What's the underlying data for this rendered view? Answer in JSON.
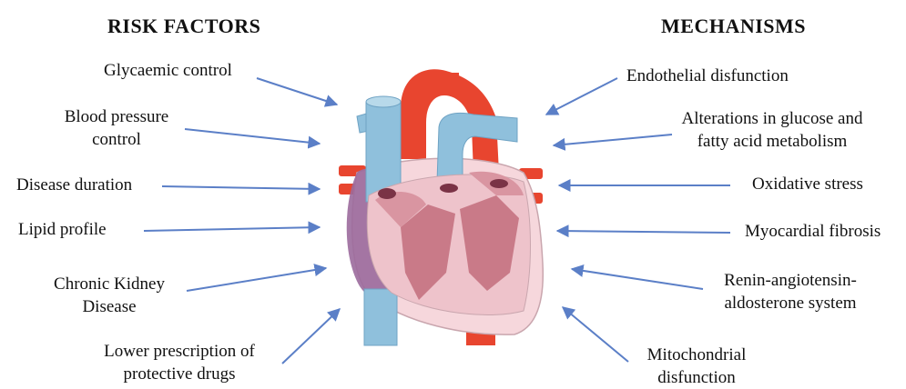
{
  "headings": {
    "risk_factors": "RISK FACTORS",
    "mechanisms": "MECHANISMS"
  },
  "risk_factors": [
    {
      "line1": "Glycaemic control"
    },
    {
      "line1": "Blood pressure",
      "line2": "control"
    },
    {
      "line1": "Disease duration"
    },
    {
      "line1": "Lipid profile"
    },
    {
      "line1": "Chronic Kidney",
      "line2": "Disease"
    },
    {
      "line1": "Lower prescription of",
      "line2": "protective drugs"
    }
  ],
  "mechanisms": [
    {
      "line1": "Endothelial disfunction"
    },
    {
      "line1": "Alterations in glucose and",
      "line2": "fatty acid metabolism"
    },
    {
      "line1": "Oxidative stress"
    },
    {
      "line1": "Myocardial fibrosis"
    },
    {
      "line1": "Renin-angiotensin-",
      "line2": "aldosterone system"
    },
    {
      "line1": "Mitochondrial",
      "line2": "disfunction"
    }
  ],
  "colors": {
    "arrow": "#5b7fc7",
    "aorta": "#e8452f",
    "vena_cava": "#8fc0dc",
    "atrium": "#9b6a9c",
    "myocardium_outer": "#f6d7dc",
    "chamber": "#c97a88"
  }
}
